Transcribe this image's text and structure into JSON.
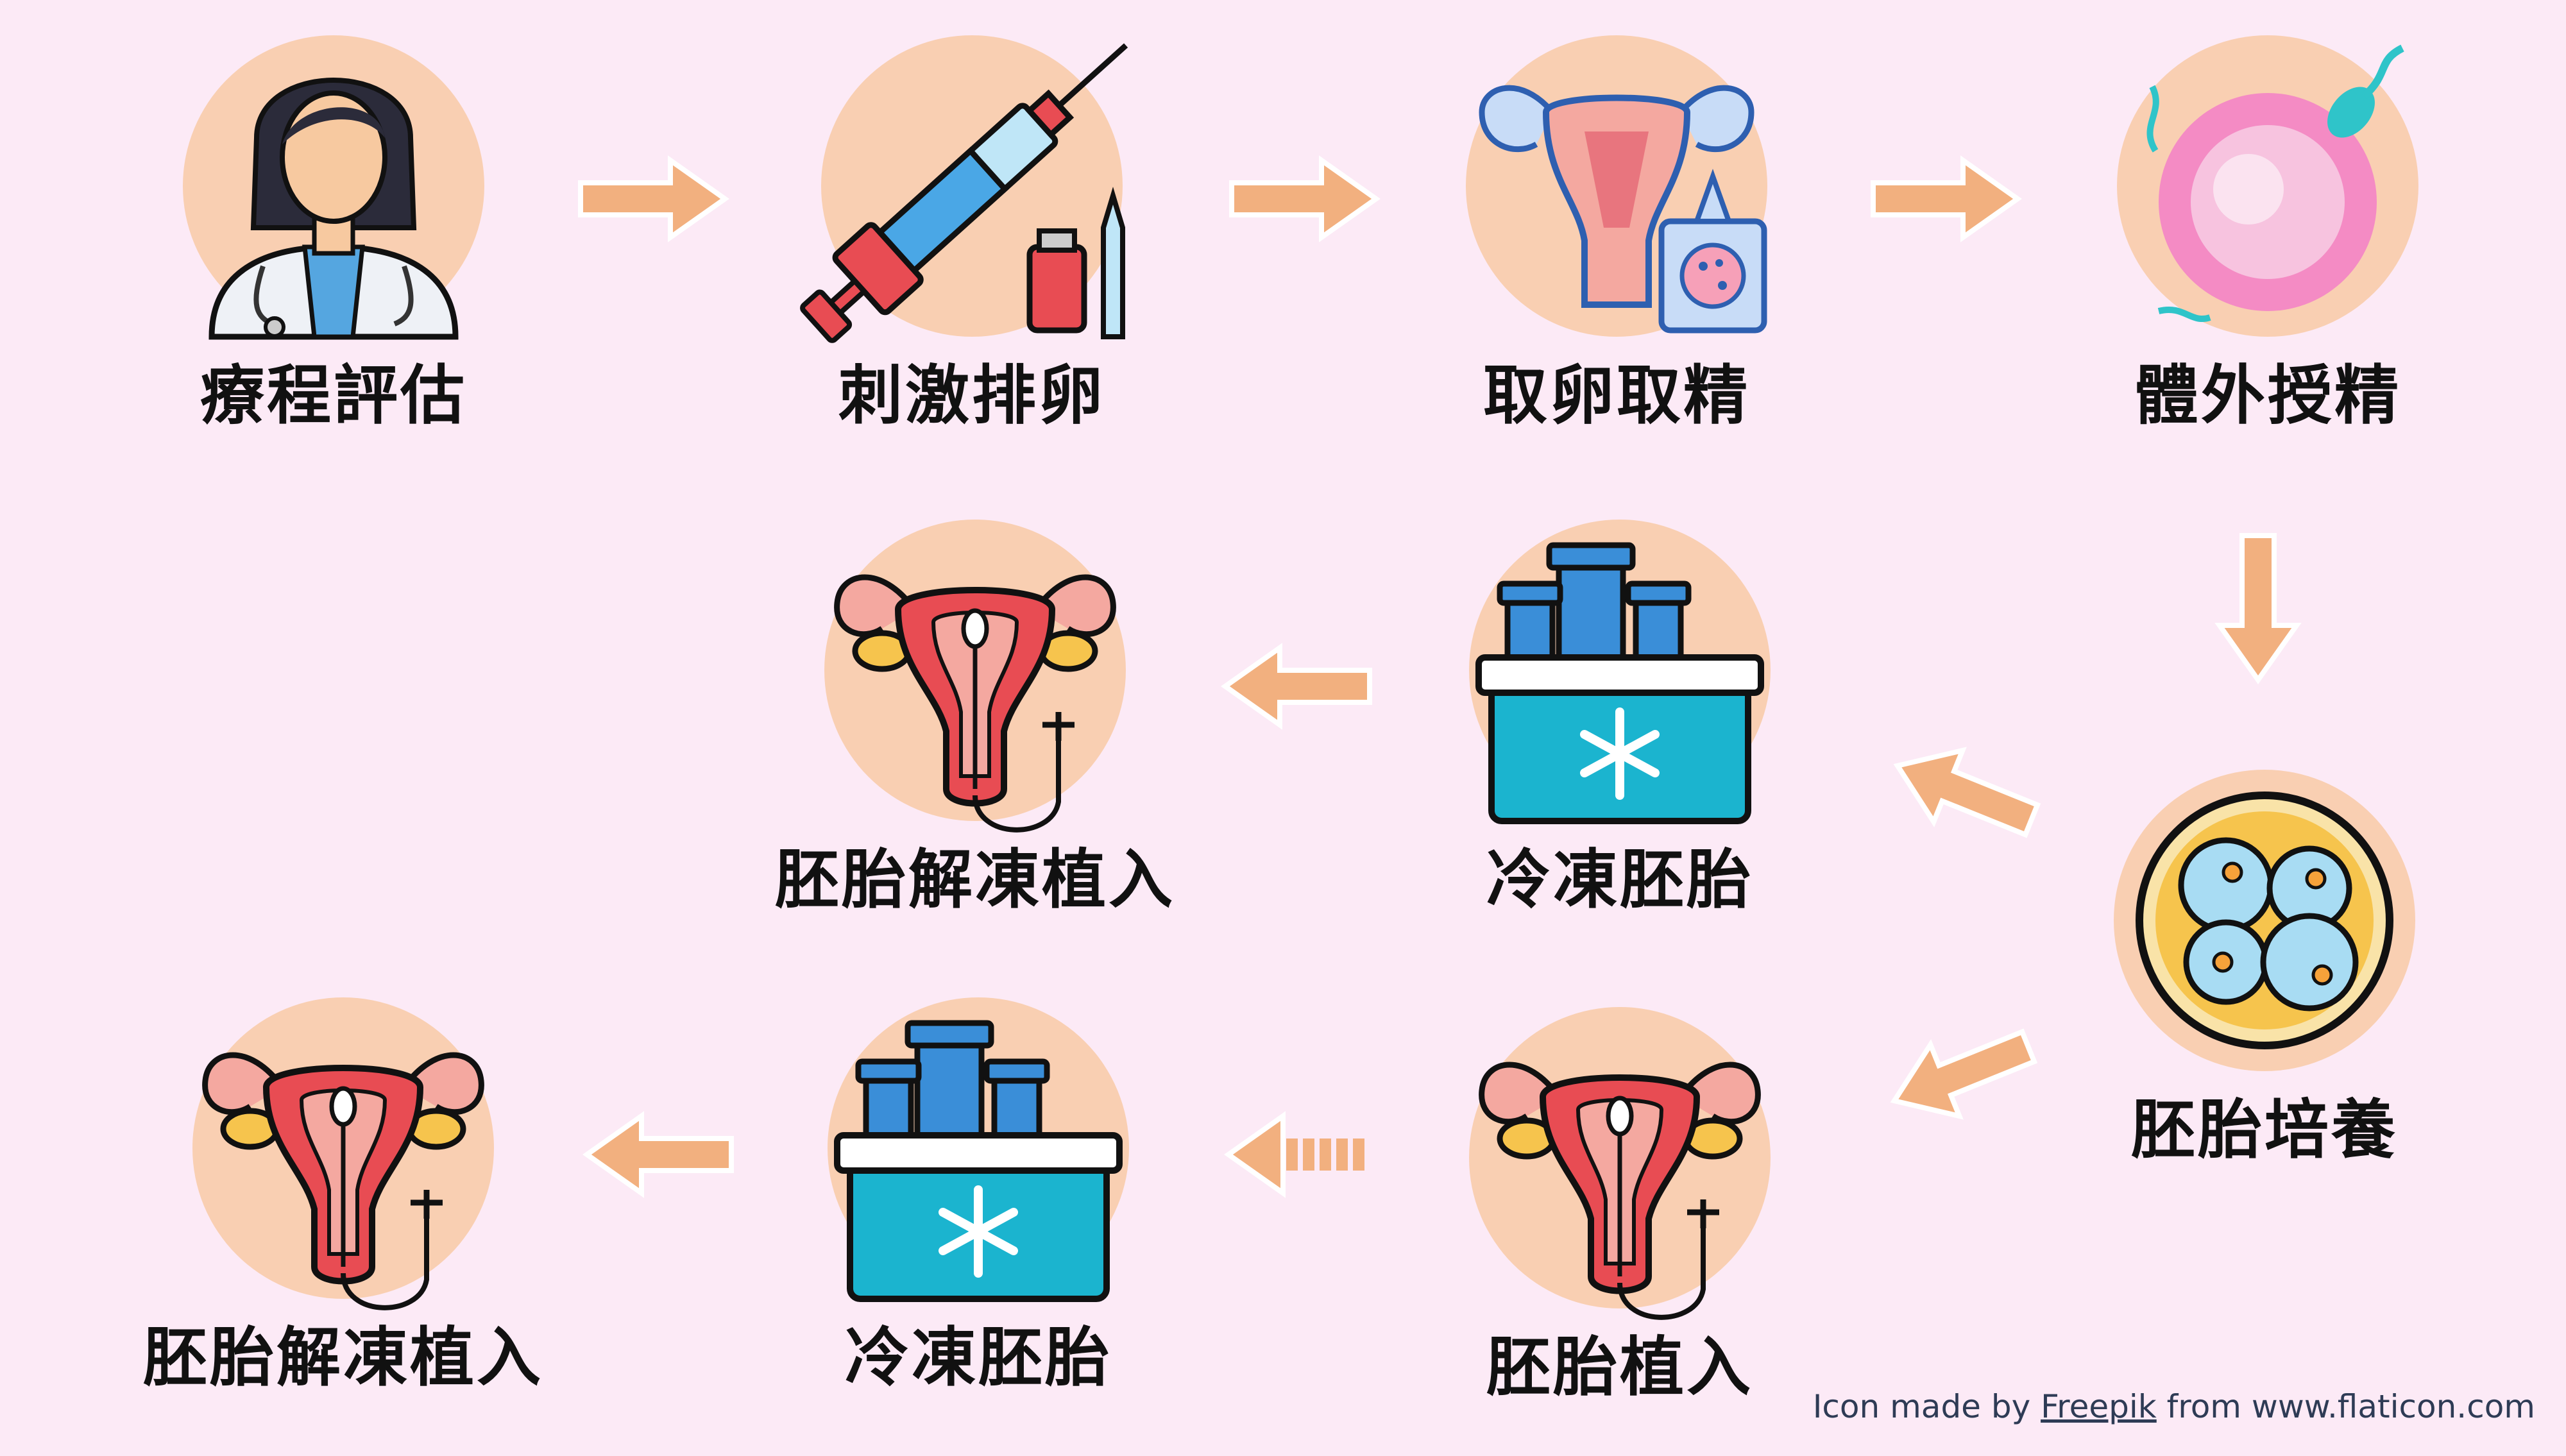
{
  "steps": [
    {
      "id": "treatment-evaluation",
      "label": "療程評估",
      "icon": "doctor-icon"
    },
    {
      "id": "ovulation-stimulation",
      "label": "刺激排卵",
      "icon": "syringe-icon"
    },
    {
      "id": "egg-sperm-retrieval",
      "label": "取卵取精",
      "icon": "uterus-sample-icon"
    },
    {
      "id": "ivf",
      "label": "體外授精",
      "icon": "egg-sperm-icon"
    },
    {
      "id": "embryo-culture",
      "label": "胚胎培養",
      "icon": "petri-dish-icon"
    },
    {
      "id": "freeze-embryo-1",
      "label": "冷凍胚胎",
      "icon": "freezer-tubes-icon"
    },
    {
      "id": "thaw-transfer-1",
      "label": "胚胎解凍植入",
      "icon": "uterus-transfer-icon"
    },
    {
      "id": "embryo-transfer",
      "label": "胚胎植入",
      "icon": "uterus-transfer-icon"
    },
    {
      "id": "freeze-embryo-2",
      "label": "冷凍胚胎",
      "icon": "freezer-tubes-icon"
    },
    {
      "id": "thaw-transfer-2",
      "label": "胚胎解凍植入",
      "icon": "uterus-transfer-icon"
    }
  ],
  "colors": {
    "background": "#fceaf6",
    "disc": "#f9cfb2",
    "arrow": "#f2b07f"
  },
  "credit": {
    "prefix": "Icon made by ",
    "author": "Freepik",
    "middle": " from ",
    "site": "www.flaticon.com"
  }
}
